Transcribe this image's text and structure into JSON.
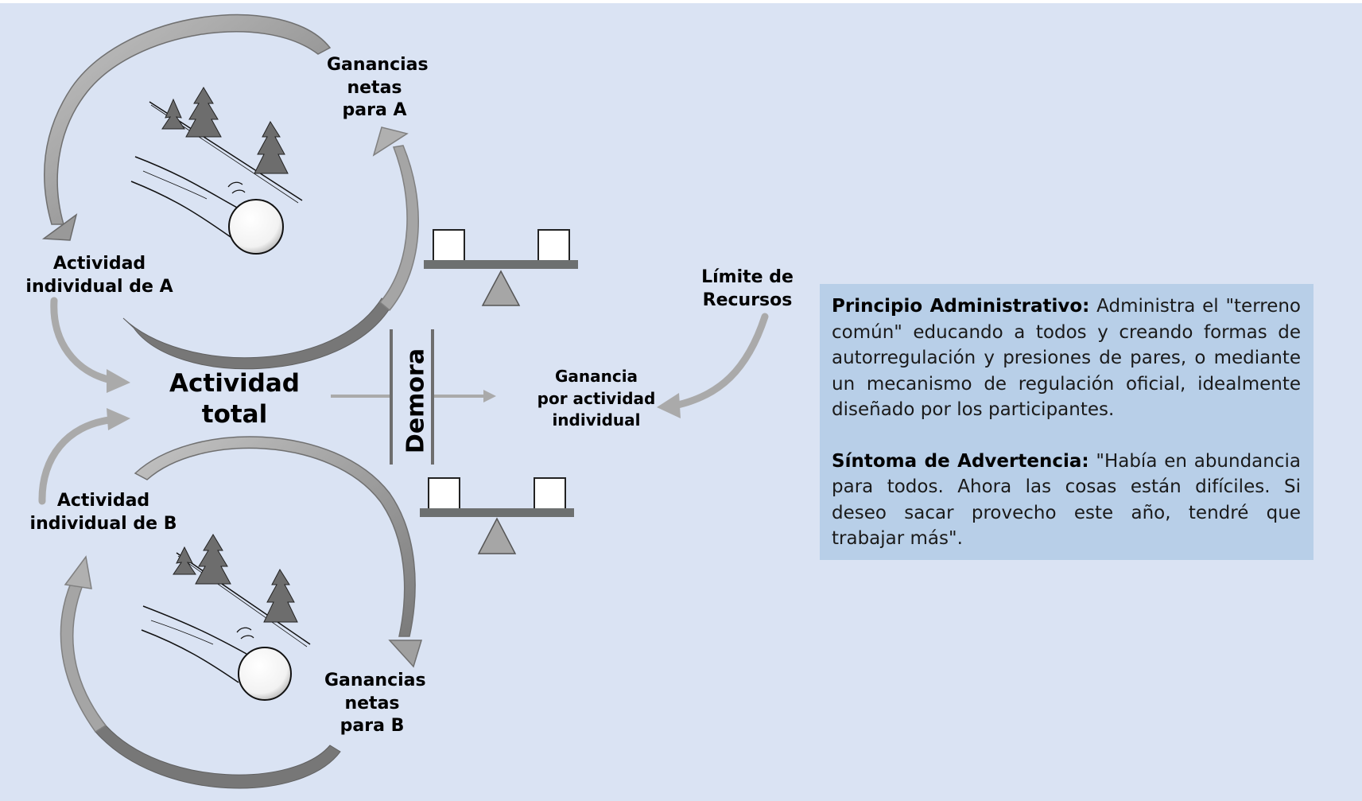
{
  "labels": {
    "ganancias_a": "Ganancias\nnetas\npara A",
    "actividad_a": "Actividad\nindividual de A",
    "actividad_total": "Actividad\ntotal",
    "actividad_b": "Actividad\nindividual de B",
    "ganancias_b": "Ganancias\nnetas\npara B",
    "demora": "Demora",
    "ganancia_por_actividad": "Ganancia\npor actividad\nindividual",
    "limite_recursos": "Límite de\nRecursos"
  },
  "info": {
    "principio_title": "Principio Administrativo:",
    "principio_text": " Administra el \"terreno común\" educando a todos y creando formas de autorregulación y presiones de pares, o mediante un mecanismo de regulación oficial, idealmente diseñado por los participantes.",
    "sintoma_title": "Síntoma de Advertencia:",
    "sintoma_text": " \"Había en abundancia para todos. Ahora las cosas están difíciles. Si deseo sacar provecho este año, tendré que trabajar más\"."
  },
  "colors": {
    "background": "#dae3f3",
    "info_box": "#b8cfe8",
    "arrow_light": "#aaaaaa",
    "arrow_dark": "#777777",
    "balance_beam": "#6d7070",
    "balance_fulcrum": "#a6a6a6"
  }
}
